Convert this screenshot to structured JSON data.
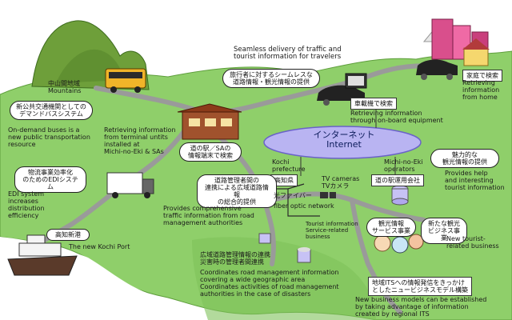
{
  "labels": {
    "mountains_jp": "中山間地域",
    "mountains_en": "Mountains",
    "bus_bubble": "新公共交通機関としての\nデマンドバスシステム",
    "bus_en": "On-demand buses is a\nnew public transportation\nresource",
    "seamless_en": "Seamless delivery of traffic and\ntourist information for travelers",
    "seamless_bubble": "旅行者に対するシームレスな\n道路情報・観光情報の提供",
    "home_jp": "家庭で検索",
    "home_en": "Retrieving\ninformation\nfrom home",
    "onboard_jp": "車載機で検索",
    "onboard_en": "Retrieving information\nthrough on-board equipment",
    "terminal_en": "Retrieving information\nfrom terminal untits\ninstalled at\nMichi-no-Eki & SAs",
    "terminal_bubble": "道の駅／SAの\n情報端末で検索",
    "internet_jp": "インターネット",
    "internet_en": "Internet",
    "edi_bubble": "物流事業効率化\nのためのEDIシステム",
    "edi_en": "EDI system\nincreases\ndistribution\nefficiency",
    "kochi_pref_en": "Kochi\nprefecture",
    "kochi_pref_jp": "高知県",
    "road_mgmt_bubble": "道路管理者間の\n連携による広域道路情報\nの総合的提供",
    "fiber_jp": "光ファイバー",
    "fiber_en": "fiber optic network",
    "tv_en": "TV cameras",
    "tv_jp": "TVカメラ",
    "michi_op_en": "Michi-no-Eki\noperators",
    "michi_op_jp": "道の駅運用会社",
    "tourist_bubble": "魅力的な\n観光情報の提供",
    "tourist_en": "Provides help\nand interesting\ntourist information",
    "provides_en": "Provides comprehensive\ntraffic information from road\nmanagement authorities",
    "tourist_biz_en": "Tourist information\nService-related\nbusiness",
    "svc_bubble": "観光情報\nサービス事業",
    "newbiz_bubble": "新たな観光\nビジネス事業",
    "newbiz_en": "New tourist-\nrelated business",
    "port_jp": "高知新港",
    "port_en": "The new Kochi Port",
    "wide_jp": "広域道路管理情報の連携\n災害時の管理者間連携",
    "wide_en": "Coordinates road management information\ncovering a wide geographic area\nCoordinates activities of road management\nauthorities in the case of disasters",
    "its_jp": "地域ITSへの情報発信をきっかけ\nとしたニュービジネスモデル構築",
    "its_en": "New business models can be established\nby taking advantage of information\ncreated by regional ITS"
  },
  "colors": {
    "land": "#8fcf6a",
    "land_dark": "#6fb84e",
    "road": "#9a9a9a",
    "internet_fill": "#b9b4f2",
    "internet_stroke": "#6a62c8",
    "mountain": "#6e9f3a",
    "building": "#d94f8c",
    "sea": "#ffffff"
  }
}
